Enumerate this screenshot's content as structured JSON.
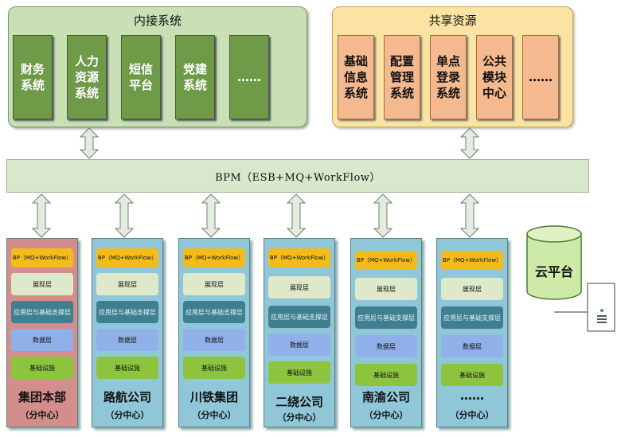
{
  "inner": {
    "title": "内接系统",
    "systems": [
      "财务\n系统",
      "人力\n资源\n系统",
      "短信\n平台",
      "党建\n系统",
      "……"
    ]
  },
  "shared": {
    "title": "共享资源",
    "resources": [
      "基础\n信息\n系统",
      "配置\n管理\n系统",
      "单点\n登录\n系统",
      "公共\n模块\n中心",
      "……"
    ]
  },
  "bpm": {
    "label": "BPM（ESB+MQ+WorkFlow）"
  },
  "layers": {
    "bp": "BP（MQ+WorkFlow）",
    "show": "展现层",
    "app": "应用层与基础支撑层",
    "data": "数据层",
    "base": "基础设施"
  },
  "companies": [
    {
      "name": "集团本部",
      "sub": "（分中心）",
      "color": "red"
    },
    {
      "name": "路航公司",
      "sub": "（分中心）",
      "color": "blue"
    },
    {
      "name": "川铁集团",
      "sub": "（分中心）",
      "color": "blue"
    },
    {
      "name": "二绕公司",
      "sub": "（分中心）",
      "color": "blue"
    },
    {
      "name": "南渝公司",
      "sub": "（分中心）",
      "color": "blue"
    },
    {
      "name": "……",
      "sub": "（分中心）",
      "color": "blue"
    }
  ],
  "cloud": {
    "label": "云平台"
  },
  "colors": {
    "inner_bg": "#c8e0b4",
    "system_box": "#6f9a48",
    "shared_bg": "#fbe3a4",
    "resource_box": "#f5b98f",
    "hq_column": "#d38d8d",
    "branch_column": "#8fc7d8",
    "bp_layer": "#f3bb1c",
    "show_layer": "#dde9c9",
    "app_layer": "#3f7f8f",
    "data_layer": "#8fb0e8",
    "base_layer": "#8cc43e",
    "cloud": "#cdeaa8"
  }
}
